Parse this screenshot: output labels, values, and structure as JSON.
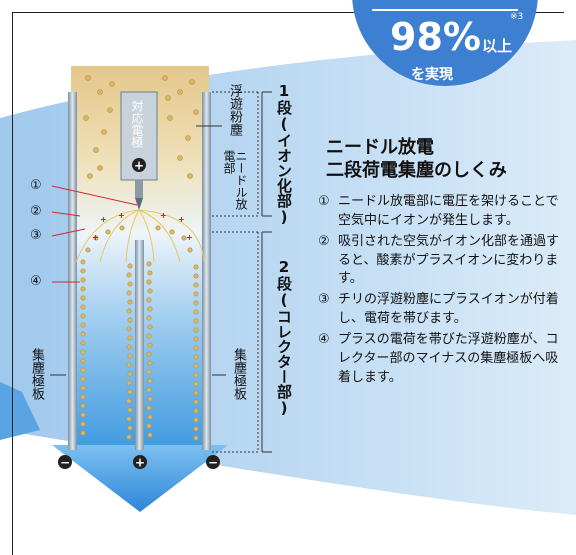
{
  "badge": {
    "value": "98%",
    "suffix": "以上",
    "note": "※3",
    "sub": "を実現"
  },
  "labels": {
    "counter_electrode": "対応電極",
    "floating_dust": "浮遊粉塵",
    "needle_electrode": "ニードル放電部",
    "stage1": "1段(イオン化部)",
    "stage2": "2段(コレクター部)",
    "collector_left": "集塵極板",
    "collector_right": "集塵極板",
    "callouts": [
      "①",
      "②",
      "③",
      "④"
    ]
  },
  "polarity": {
    "plus": "+",
    "minus": "−"
  },
  "title": {
    "line1": "ニードル放電",
    "line2": "二段荷電集塵のしくみ"
  },
  "steps": [
    {
      "num": "①",
      "text": "ニードル放電部に電圧を架けることで空気中にイオンが発生します。"
    },
    {
      "num": "②",
      "text": "吸引された空気がイオン化部を通過すると、酸素がプラスイオンに変わります。"
    },
    {
      "num": "③",
      "text": "チリの浮遊粉塵にプラスイオンが付着し、電荷を帯びます。"
    },
    {
      "num": "④",
      "text": "プラスの電荷を帯びた浮遊粉塵が、コレクター部のマイナスの集塵極板へ吸着します。"
    }
  ],
  "colors": {
    "accent": "#3d7fd0",
    "dust": "#d6b86a",
    "band": "#9cc9ee",
    "flow": "#4a9be0"
  }
}
